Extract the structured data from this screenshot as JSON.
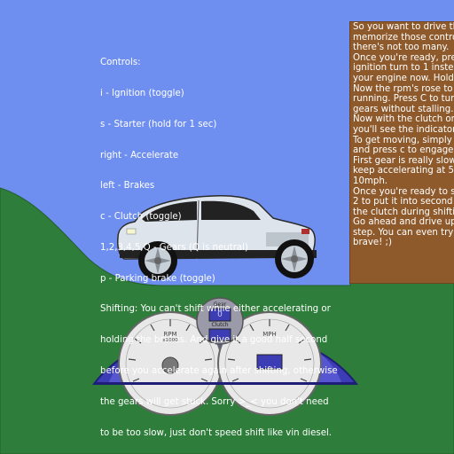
{
  "controls": {
    "lines": [
      "Controls:",
      "i - Ignition (toggle)",
      "s - Starter (hold for 1 sec)",
      "right - Accelerate",
      "left - Brakes",
      "c - Clutch (toggle)",
      "1,2,3,4,5,Q - Gears (Q is neutral)",
      "p - Parking brake (toggle)",
      "Shifting: You can't shift while either accelerating or",
      "holding the brakes. And give it a good half second",
      "before you accelerate again after shifting, otherwise",
      "the gears will get stuck. Sorry >_< you don't need",
      "to be too slow, just don't speed shift like vin diesel."
    ]
  },
  "instructions": {
    "lines": [
      "So you want to drive th",
      "memorize those contro",
      "there's not too many.",
      "Once you're ready, pre",
      "ignition turn to 1 inste",
      "your engine now. Hold",
      "Now the rpm's rose to",
      "running. Press C to tur",
      "gears without stalling.",
      "Now with the clutch on",
      "you'll see the indicator",
      "To get moving, simply",
      "and press c to engage",
      "First gear is really slow",
      "keep accelerating at 55",
      "10mph.",
      "Once you're ready to s",
      "2 to put it into second",
      "the clutch during shifti",
      "Go ahead and drive up",
      "step. You can even try",
      "brave! ;)"
    ]
  },
  "dashboard": {
    "rpm_label": "RPM",
    "rpm_unit": "x1000",
    "mph_label": "MPH",
    "gear_label": "Gear",
    "gear_value": "0",
    "clutch_label": "Clutch"
  },
  "colors": {
    "sky": "#6f8ff0",
    "grass": "#2e7d3a",
    "signboard": "#8e5a2c",
    "dash_blue": "#3c3cb4",
    "car_body": "#dde4ec"
  }
}
